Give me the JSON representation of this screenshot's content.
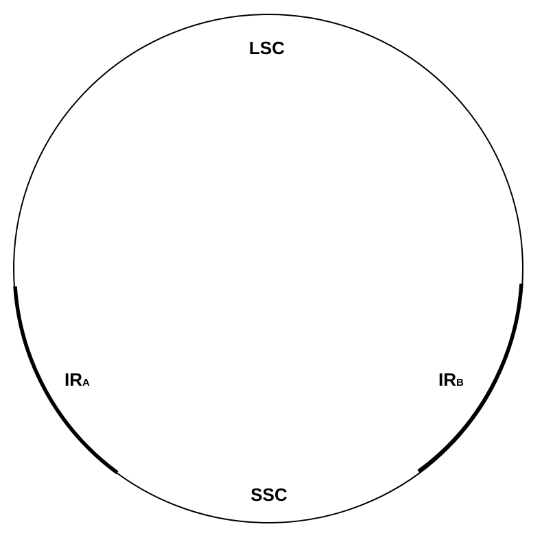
{
  "diagram": {
    "colors": {
      "background": "#ffffff",
      "stroke": "#000000"
    },
    "labels": {
      "top": "LSC",
      "bottom": "SSC",
      "left": {
        "main": "IR",
        "sub": "A"
      },
      "right": {
        "main": "IR",
        "sub": "B"
      }
    }
  }
}
